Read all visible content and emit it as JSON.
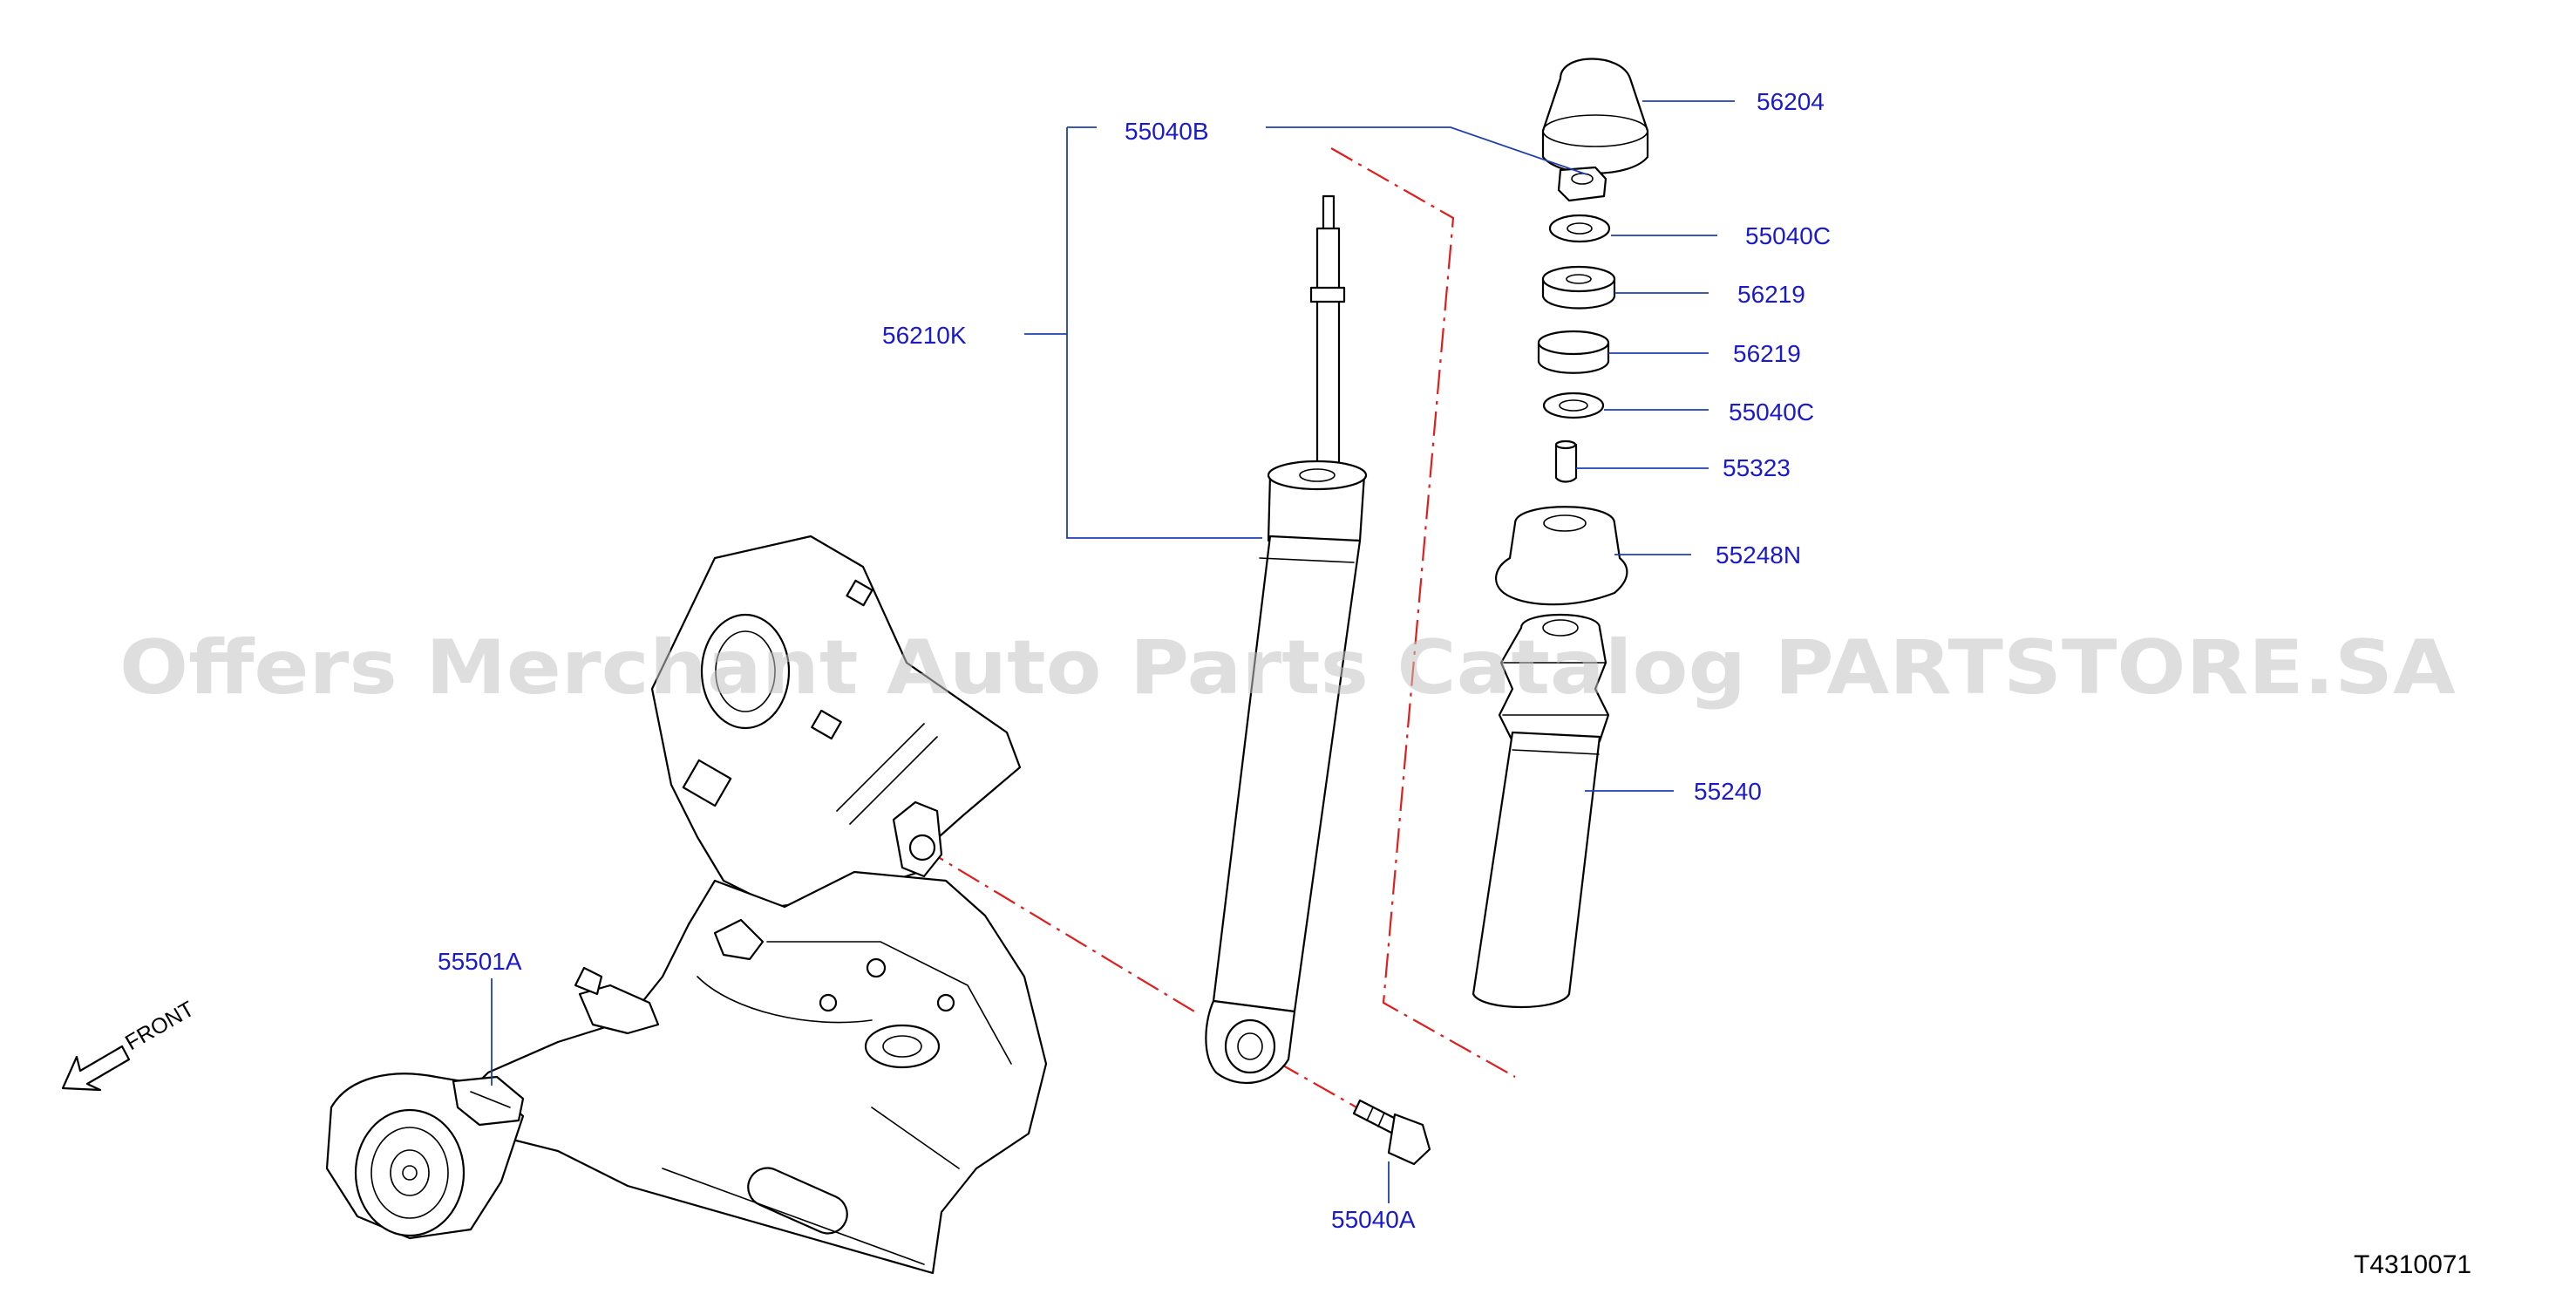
{
  "labels": {
    "p56204": "56204",
    "p55040B": "55040B",
    "p55040C_top": "55040C",
    "p56219_top": "56219",
    "p56219_bottom": "56219",
    "p55040C_bottom": "55040C",
    "p55323": "55323",
    "p55248N": "55248N",
    "p55240": "55240",
    "p56210K": "56210K",
    "p55501A": "55501A",
    "p55040A": "55040A"
  },
  "front_label": "FRONT",
  "diagram_code": "T4310071",
  "watermark": "Offers Merchant Auto Parts Catalog PARTSTORE.SA",
  "colors": {
    "label": "#1a1acc",
    "leader": "#1e40af",
    "centerline": "#e11d1d",
    "linework": "#000000",
    "watermark": "#c2c2c2"
  }
}
